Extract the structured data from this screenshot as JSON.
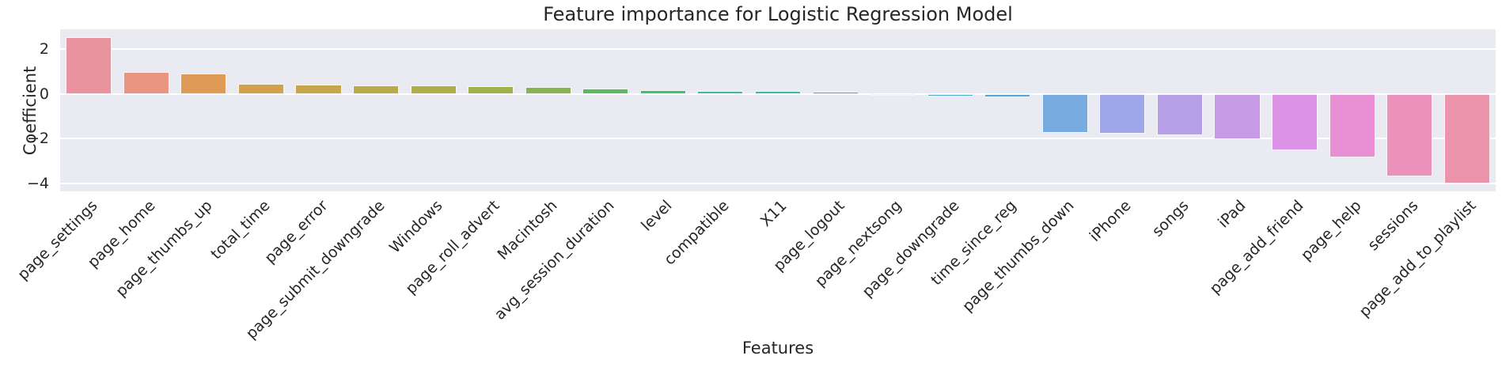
{
  "figure": {
    "title": "Feature importance for Logistic Regression Model",
    "xlabel": "Features",
    "ylabel": "Coefficient"
  },
  "chart_data": {
    "type": "bar",
    "title": "Feature importance for Logistic Regression Model",
    "xlabel": "Features",
    "ylabel": "Coefficient",
    "categories": [
      "page_settings",
      "page_home",
      "page_thumbs_up",
      "total_time",
      "page_error",
      "page_submit_downgrade",
      "Windows",
      "page_roll_advert",
      "Macintosh",
      "avg_session_duration",
      "level",
      "compatible",
      "X11",
      "page_logout",
      "page_nextsong",
      "page_downgrade",
      "time_since_reg",
      "page_thumbs_down",
      "iPhone",
      "songs",
      "iPad",
      "page_add_friend",
      "page_help",
      "sessions",
      "page_add_to_playlist"
    ],
    "values": [
      2.52,
      0.98,
      0.9,
      0.46,
      0.42,
      0.39,
      0.37,
      0.34,
      0.3,
      0.24,
      0.17,
      0.13,
      0.12,
      0.1,
      -0.06,
      -0.11,
      -0.15,
      -1.73,
      -1.79,
      -1.83,
      -2.01,
      -2.5,
      -2.82,
      -3.68,
      -4.0
    ],
    "bar_colors": [
      "#e9939f",
      "#e89682",
      "#df9b56",
      "#d2a14b",
      "#c6a64a",
      "#b9aa4b",
      "#adad4c",
      "#a0b04d",
      "#89b251",
      "#5db75f",
      "#4eb878",
      "#4bb592",
      "#49b3a6",
      "#48b0b2",
      "#49aec0",
      "#4dabca",
      "#55a9d1",
      "#7aabe0",
      "#9ea7ea",
      "#b6a1e8",
      "#c79ae6",
      "#dc93e6",
      "#e98fd4",
      "#ec91bb",
      "#ec93ac"
    ],
    "yticks": [
      2,
      0,
      -2,
      -4
    ],
    "ytick_labels": [
      "2",
      "0",
      "−2",
      "−4"
    ],
    "ylim": [
      -4.34,
      2.87
    ],
    "grid": true,
    "legend": "none",
    "plot_background": "#eaeaf2",
    "gridline_color": "#ffffff",
    "text_color": "#262626"
  }
}
